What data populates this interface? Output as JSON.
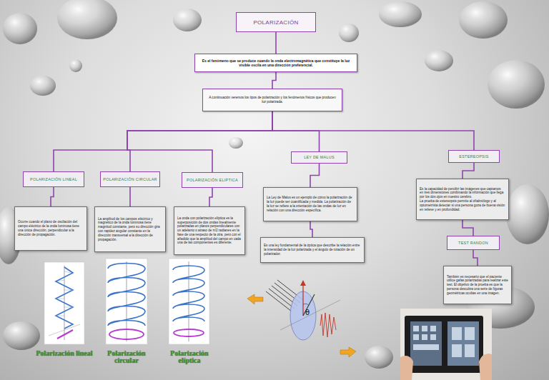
{
  "diagram": {
    "nodes": [
      {
        "text": [
          "POLARIZACIÓN"
        ]
      },
      {
        "text": [
          "Es el fenómeno que se produce cuando la onda electromagnética que constituye la luz visible oscila en una dirección preferencial."
        ]
      },
      {
        "text": [
          "A continuación veremos los tipos de polarización y los fenómenos físicos que producen luz polarizada."
        ]
      },
      {
        "text": [
          "POLARIZACIÓN LINEAL"
        ]
      },
      {
        "text": [
          "POLARIZACIÓN CIRCULAR"
        ]
      },
      {
        "text": [
          "POLARIZACIÓN ELIPTICA"
        ]
      },
      {
        "text": [
          "LEY DE MALUS"
        ]
      },
      {
        "text": [
          "ESTEREOPSIS"
        ]
      },
      {
        "text": [
          "Ocurre cuando el plano de oscilación del campo eléctrico de la onda luminosa tiene una única dirección, perpendicular a la dirección de propagación."
        ]
      },
      {
        "text": [
          "La amplitud de los campos eléctrico y magnético de la onda luminosa tiene magnitud constante, pero su dirección gira con rapidez angular constante en la dirección transversal a la dirección de propagación."
        ]
      },
      {
        "text": [
          "La onda con polarización elíptica es la superposición de dos ondas linealmente polarizadas en planos perpendiculares con un adelanto o atraso de π/2 radianes en la fase de una respecto de la otra, pero con el añadido que la amplitud del campo en cada una de las componentes es diferente."
        ]
      },
      {
        "text": [
          "La Ley de Malus es un ejemplo de cómo la polarización de la luz puede ser cuantificada y medida. La polarización de la luz se refiere a la orientación de las ondas de luz en relación con una dirección específica."
        ]
      },
      {
        "text": [
          "Es una ley fundamental de la óptica que describe la relación entre la intensidad de la luz polarizada y el ángulo de rotación de un polarizador."
        ]
      },
      {
        "text": [
          "Es la capacidad de percibir las imágenes que captamos en tres dimensiones combinando la información que llega por los dos ojos en nuestro cerebro.",
          "La prueba de estereopsis permite al oftalmólogo y al optometrista detectar si una persona goza de buena visión en relieve y en profundidad."
        ]
      },
      {
        "text": [
          "TEST RANDON"
        ]
      },
      {
        "text": [
          "También es necesario que el paciente utilice gafas polarizadas para realizar este test. El objetivo de la prueba es que la persona descubra una serie de figuras geométricas ocultas en una imagen."
        ]
      }
    ],
    "edges": [
      {
        "from": 0,
        "to": 1,
        "arrow": "none"
      },
      {
        "from": 1,
        "to": 2,
        "arrow": "none"
      },
      {
        "from": 2,
        "to": 3,
        "arrow": "none"
      },
      {
        "from": 2,
        "to": 4,
        "arrow": "none"
      },
      {
        "from": 2,
        "to": 5,
        "arrow": "none"
      },
      {
        "from": 2,
        "to": 6,
        "arrow": "none"
      },
      {
        "from": 2,
        "to": 7,
        "arrow": "none"
      },
      {
        "from": 3,
        "to": 8,
        "arrow": "none"
      },
      {
        "from": 4,
        "to": 9,
        "arrow": "none"
      },
      {
        "from": 5,
        "to": 10,
        "arrow": "none"
      },
      {
        "from": 6,
        "to": 11,
        "arrow": "none"
      },
      {
        "from": 11,
        "to": 12,
        "arrow": "none"
      },
      {
        "from": 7,
        "to": 13,
        "arrow": "none"
      },
      {
        "from": 13,
        "to": 14,
        "arrow": "none"
      },
      {
        "from": 14,
        "to": 15,
        "arrow": "none"
      }
    ],
    "labels": [
      "Polarización lineal",
      "Polarización circular",
      "Polarización elíptica",
      "θ"
    ]
  }
}
